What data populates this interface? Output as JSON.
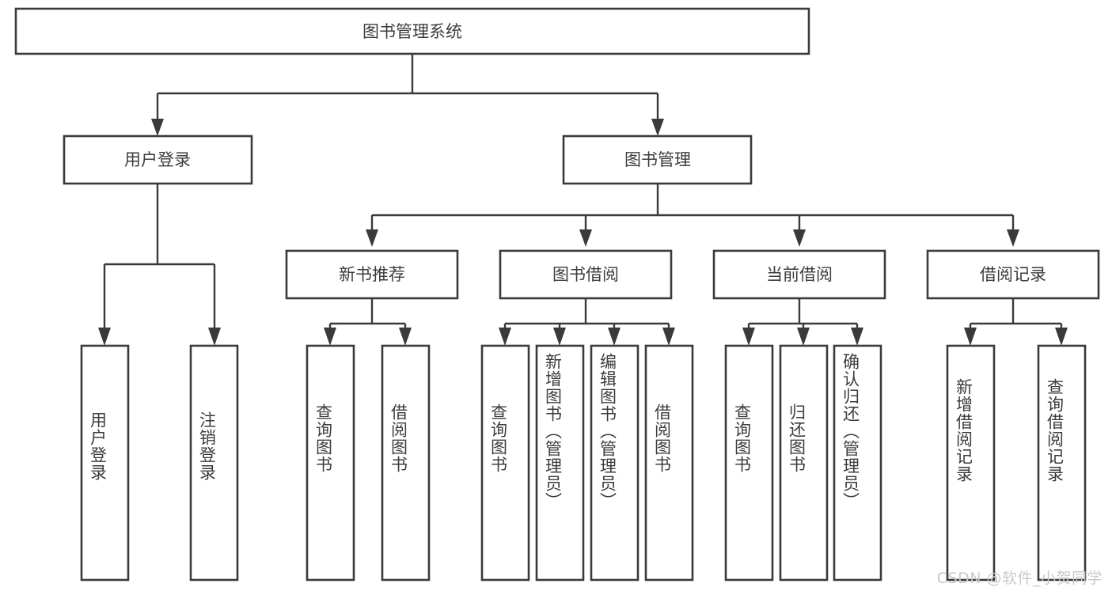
{
  "diagram": {
    "type": "tree-hierarchy",
    "title": "图书管理系统",
    "watermark": "CSDN @软件_小贺同学",
    "colors": {
      "stroke": "#3a3a3a",
      "text": "#3c3c3c",
      "background": "#ffffff",
      "watermark": "#c9c9c9"
    },
    "root": {
      "label": "图书管理系统"
    },
    "level1": [
      {
        "label": "用户登录"
      },
      {
        "label": "图书管理"
      }
    ],
    "level2": [
      {
        "label": "新书推荐"
      },
      {
        "label": "图书借阅"
      },
      {
        "label": "当前借阅"
      },
      {
        "label": "借阅记录"
      }
    ],
    "leaves": {
      "user_login": [
        {
          "label": "用户登录"
        },
        {
          "label": "注销登录"
        }
      ],
      "new_book_recommend": [
        {
          "label": "查询图书"
        },
        {
          "label": "借阅图书"
        }
      ],
      "book_borrow": [
        {
          "label": "查询图书"
        },
        {
          "label": "新增图书（管理员）"
        },
        {
          "label": "编辑图书（管理员）"
        },
        {
          "label": "借阅图书"
        }
      ],
      "current_borrow": [
        {
          "label": "查询图书"
        },
        {
          "label": "归还图书"
        },
        {
          "label": "确认归还（管理员）"
        }
      ],
      "borrow_record": [
        {
          "label": "新增借阅记录"
        },
        {
          "label": "查询借阅记录"
        }
      ]
    }
  }
}
